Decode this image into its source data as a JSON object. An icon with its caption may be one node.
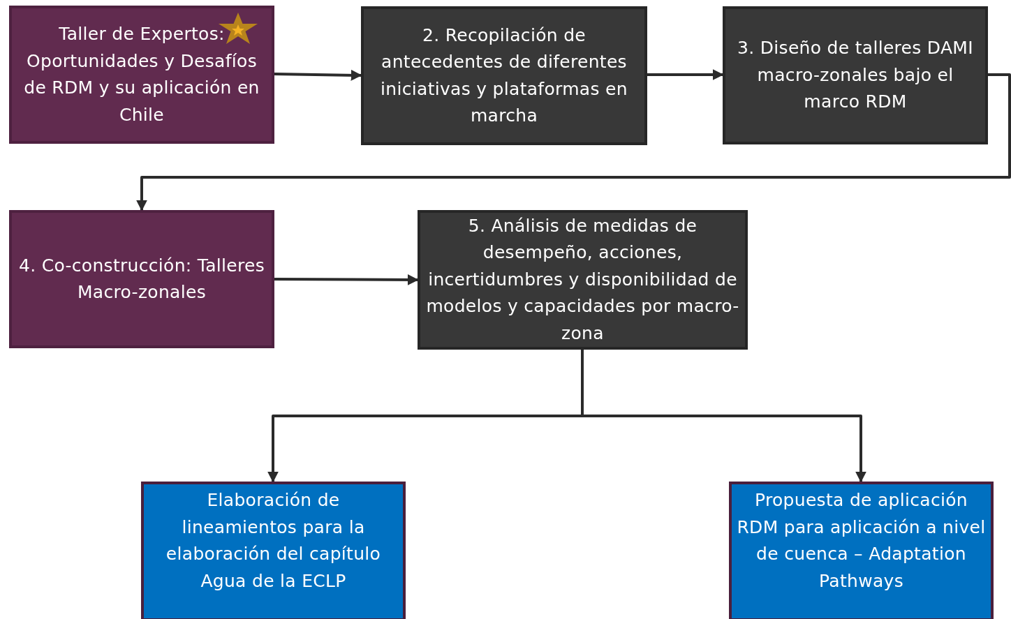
{
  "diagram": {
    "nodes": [
      {
        "text": [
          "Taller de Expertos: Oportunidades y Desafíos de RDM y su aplicación en Chile"
        ]
      },
      {
        "text": [
          "2. Recopilación de antecedentes de diferentes iniciativas y plataformas en marcha"
        ]
      },
      {
        "text": [
          "3. Diseño de talleres DAMI macro-zonales bajo el marco RDM"
        ]
      },
      {
        "text": [
          "4. Co-construcción: Talleres Macro-zonales"
        ]
      },
      {
        "text": [
          "5. Análisis de medidas de desempeño, acciones, incertidumbres y disponibilidad de modelos y capacidades por macro-zona"
        ]
      },
      {
        "text": [
          "Elaboración de lineamientos para la elaboración del capítulo Agua de la ECLP"
        ]
      },
      {
        "text": [
          "Propuesta de aplicación RDM para aplicación a nivel de cuenca – Adaptation Pathways"
        ]
      }
    ],
    "edges": [
      {
        "from": 0,
        "to": 1,
        "arrow": "to"
      },
      {
        "from": 1,
        "to": 2,
        "arrow": "to"
      },
      {
        "from": 2,
        "to": 3,
        "arrow": "to"
      },
      {
        "from": 3,
        "to": 4,
        "arrow": "to"
      },
      {
        "from": 4,
        "to": 5,
        "arrow": "to"
      },
      {
        "from": 4,
        "to": 6,
        "arrow": "to"
      }
    ]
  }
}
